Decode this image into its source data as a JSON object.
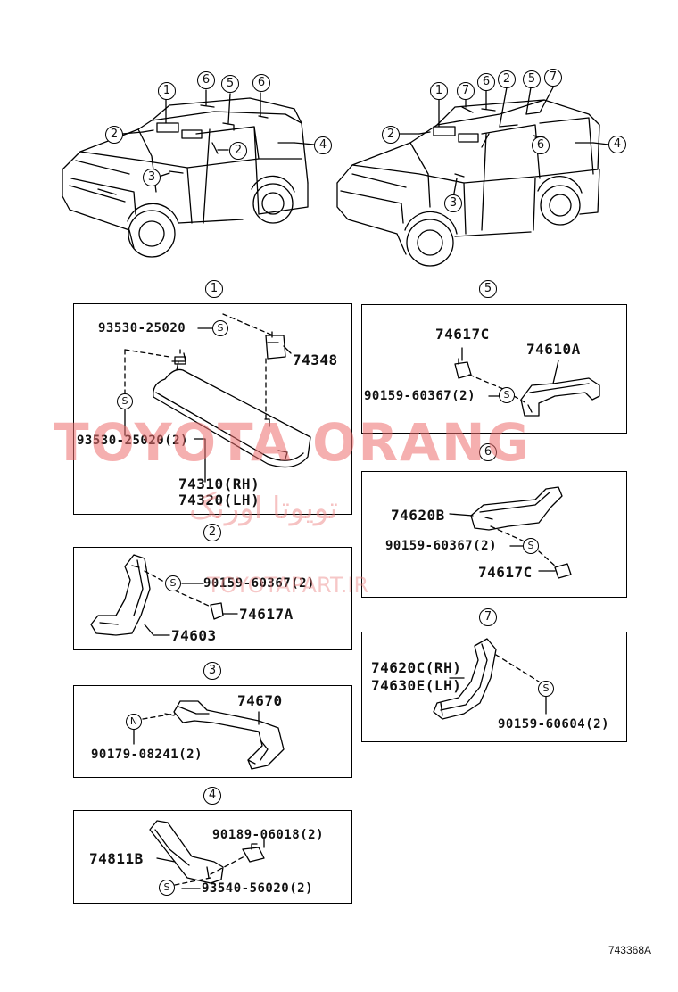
{
  "callouts": {
    "c1": "1",
    "c2": "2",
    "c3": "3",
    "c4": "4",
    "c5": "5",
    "c6": "6",
    "c7": "7"
  },
  "symbols": {
    "screw": "S",
    "nut": "N"
  },
  "watermark": {
    "brand": "TOYOTA ORANG",
    "arabic": "تويوتا اورنگ",
    "site": "TOYOTAPART.IR"
  },
  "box1": {
    "p1": "93530-25020",
    "p2": "74348",
    "p3": "93530-25020(2)",
    "p4": "74310(RH)",
    "p5": "74320(LH)"
  },
  "box2": {
    "p1": "90159-60367(2)",
    "p2": "74617A",
    "p3": "74603"
  },
  "box3": {
    "p1": "74670",
    "p2": "90179-08241(2)"
  },
  "box4": {
    "p1": "90189-06018(2)",
    "p2": "74811B",
    "p3": "93540-56020(2)"
  },
  "box5": {
    "p1": "74617C",
    "p2": "74610A",
    "p3": "90159-60367(2)"
  },
  "box6": {
    "p1": "74620B",
    "p2": "90159-60367(2)",
    "p3": "74617C"
  },
  "box7": {
    "p1": "74620C(RH)",
    "p2": "74630E(LH)",
    "p3": "90159-60604(2)"
  },
  "figure_code": "743368A"
}
